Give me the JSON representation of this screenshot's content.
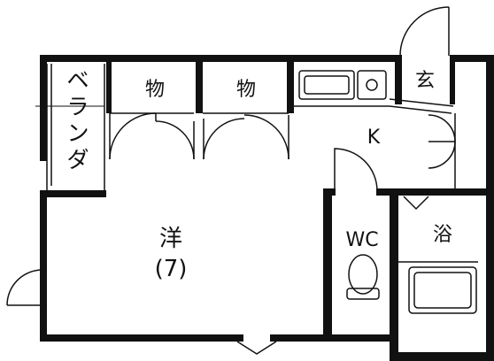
{
  "floorplan": {
    "rooms": {
      "veranda": "ベランダ",
      "storage_left": "物",
      "storage_right": "物",
      "entrance": "玄",
      "kitchen": "K",
      "western_room": "洋",
      "western_room_size": "(7)",
      "toilet": "WC",
      "bath": "浴"
    }
  }
}
